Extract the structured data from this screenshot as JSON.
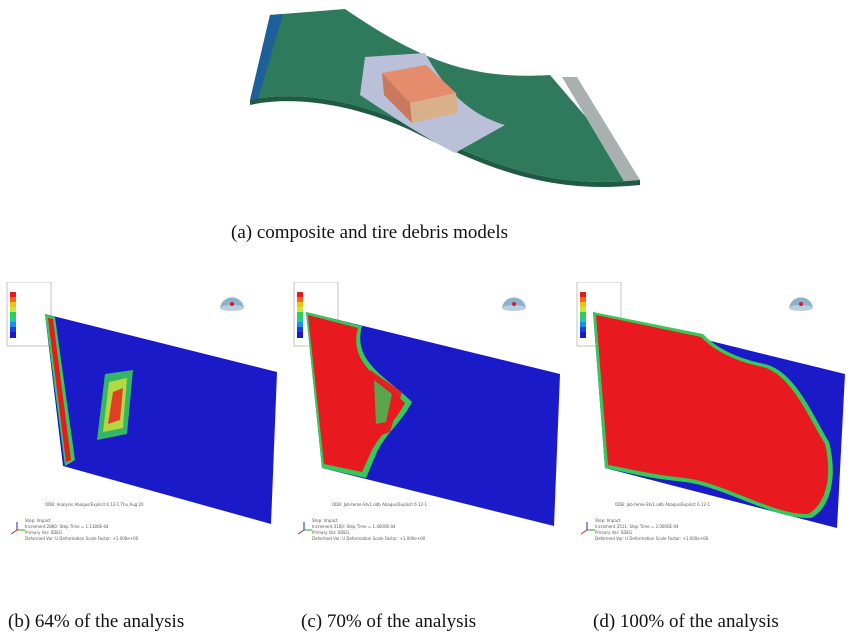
{
  "captions": {
    "a": "(a)  composite and tire debris models",
    "b": "(b)  64% of the analysis",
    "c": "(c)  70% of the analysis",
    "d": "(d)  100% of the analysis"
  },
  "colors": {
    "panel_green": "#2f7a5d",
    "edge_blue": "#1d5f98",
    "edge_grey": "#a9b1b0",
    "debris_patch": "#b9c0d8",
    "debris_block": "#e58c6d",
    "undamaged_blue": "#1a1ac8",
    "damaged_red": "#e8191f",
    "transition_green": "#37c85a",
    "transition_yellow": "#e8e832"
  },
  "icons": [
    "legend-colorbar",
    "view-orientation-globe-icon",
    "axis-triad-icon"
  ]
}
